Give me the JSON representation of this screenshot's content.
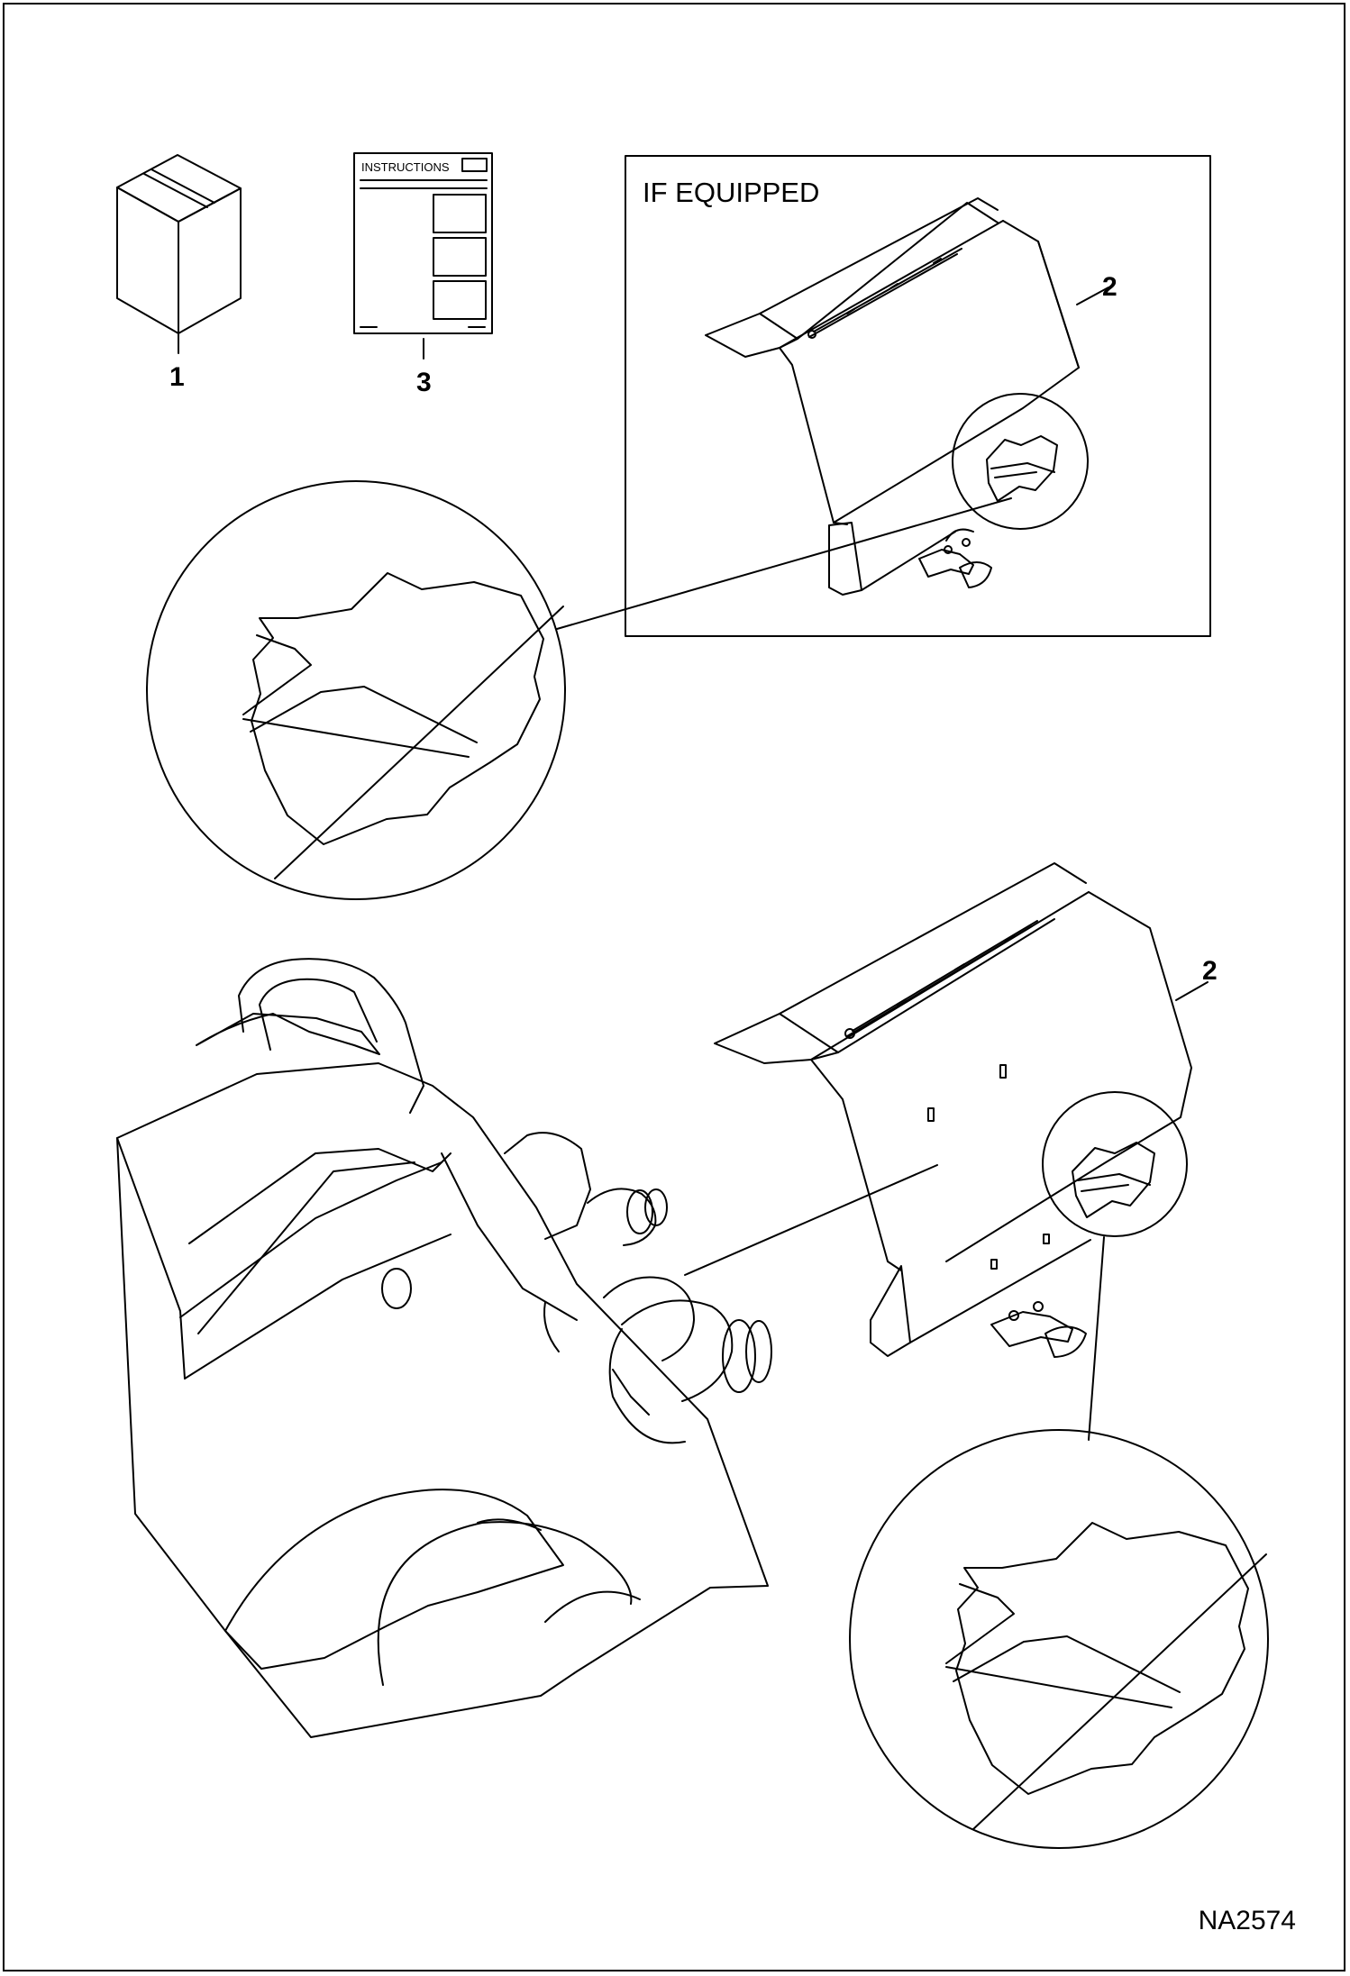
{
  "callouts": {
    "part1": "1",
    "part3": "3",
    "part2_inset": "2",
    "part2_main": "2"
  },
  "instructions_sheet_title": "INSTRUCTIONS",
  "inset_title": "IF EQUIPPED",
  "figure_id": "NA2574",
  "colors": {
    "line": "#000000",
    "background": "#ffffff"
  }
}
